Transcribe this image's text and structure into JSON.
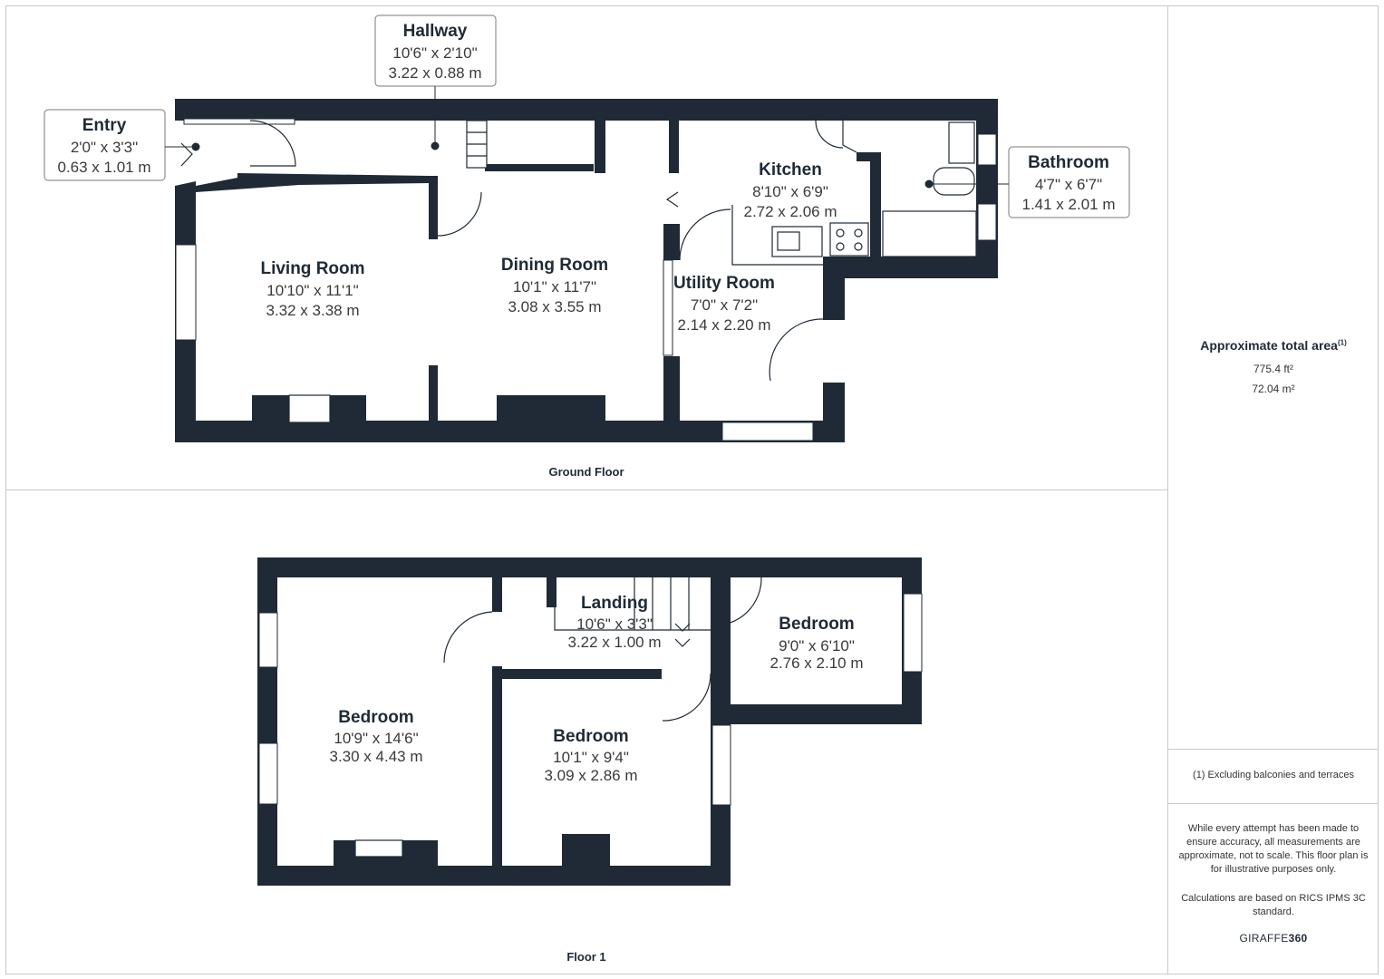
{
  "floors": [
    {
      "name": "Ground Floor"
    },
    {
      "name": "Floor 1"
    }
  ],
  "rooms": [
    {
      "name": "Entry",
      "imperial": "2'0\" x 3'3\"",
      "metric": "0.63 x 1.01 m"
    },
    {
      "name": "Hallway",
      "imperial": "10'6\" x 2'10\"",
      "metric": "3.22 x 0.88 m"
    },
    {
      "name": "Kitchen",
      "imperial": "8'10\" x 6'9\"",
      "metric": "2.72 x 2.06 m"
    },
    {
      "name": "Bathroom",
      "imperial": "4'7\" x 6'7\"",
      "metric": "1.41 x 2.01 m"
    },
    {
      "name": "Living Room",
      "imperial": "10'10\" x 11'1\"",
      "metric": "3.32 x 3.38 m"
    },
    {
      "name": "Dining Room",
      "imperial": "10'1\" x 11'7\"",
      "metric": "3.08 x 3.55 m"
    },
    {
      "name": "Utility Room",
      "imperial": "7'0\" x 7'2\"",
      "metric": "2.14 x 2.20 m"
    },
    {
      "name": "Landing",
      "imperial": "10'6\" x 3'3\"",
      "metric": "3.22 x 1.00 m"
    },
    {
      "name": "Bedroom",
      "imperial": "9'0\" x 6'10\"",
      "metric": "2.76 x 2.10 m"
    },
    {
      "name": "Bedroom",
      "imperial": "10'9\" x 14'6\"",
      "metric": "3.30 x 4.43 m"
    },
    {
      "name": "Bedroom",
      "imperial": "10'1\" x 9'4\"",
      "metric": "3.09 x 2.86 m"
    }
  ],
  "summary": {
    "area_title": "Approximate total area",
    "area_sup": "(1)",
    "area_ft": "775.4 ft²",
    "area_m": "72.04 m²",
    "note": "(1) Excluding balconies and terraces",
    "disclaimer": "While every attempt has been made to ensure accuracy, all measurements are approximate, not to scale. This floor plan is for illustrative purposes only.",
    "calc": "Calculations are based on RICS IPMS 3C standard.",
    "brand_a": "GIRAFFE",
    "brand_b": "360"
  },
  "colors": {
    "wall": "#1f2a36",
    "frame": "#c8c8c8",
    "text": "#1f2a36",
    "dims": "#3a3a3a"
  }
}
